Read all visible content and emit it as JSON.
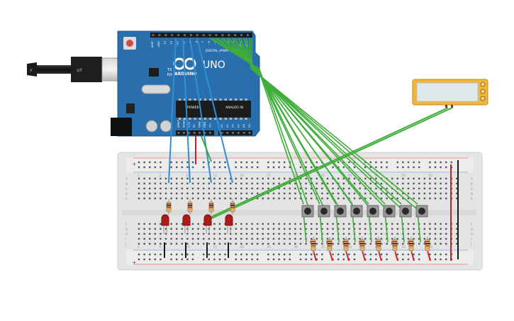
{
  "arduino": {
    "model_label": "UNO",
    "brand_label": "ARDUINO",
    "digital_header_label": "DIGITAL (PWM~)",
    "power_header_label": "POWER",
    "analog_header_label": "ANALOG IN",
    "top_pins": [
      "AREF",
      "GND",
      "13",
      "12",
      "~11",
      "~10",
      "~9",
      "8",
      "7",
      "~6",
      "~5",
      "4",
      "~3",
      "2",
      "TX 1",
      "RX 0"
    ],
    "power_pins": [
      "IOREF",
      "RESET",
      "3.3V",
      "5V",
      "GND",
      "GND",
      "Vin"
    ],
    "analog_pins": [
      "A0",
      "A1",
      "A2",
      "A3",
      "A4",
      "A5"
    ],
    "tx_label": "TX",
    "rx_label": "RX"
  },
  "breadboard": {
    "column_numbers": [
      "1",
      "5",
      "10",
      "15",
      "20",
      "25",
      "30",
      "35",
      "40",
      "45",
      "50",
      "55"
    ],
    "row_letters_top": [
      "A",
      "B",
      "C",
      "D",
      "E"
    ],
    "row_letters_bottom": [
      "F",
      "G",
      "H",
      "I",
      "J"
    ],
    "plus_label": "+",
    "minus_label": "-"
  },
  "components": {
    "led_count": 4,
    "button_count": 8,
    "resistor_count": 12
  },
  "colors": {
    "arduino_board": "#2a6fad",
    "wire_blue": "#2d8fd5",
    "wire_green": "#3fad3a",
    "wire_red": "#d42020",
    "wire_black": "#1a1a1a",
    "led_red": "#b01a1a",
    "lcd_frame": "#f0b53a",
    "lcd_screen": "#dfe8ea",
    "breadboard": "#e6e6e6"
  }
}
